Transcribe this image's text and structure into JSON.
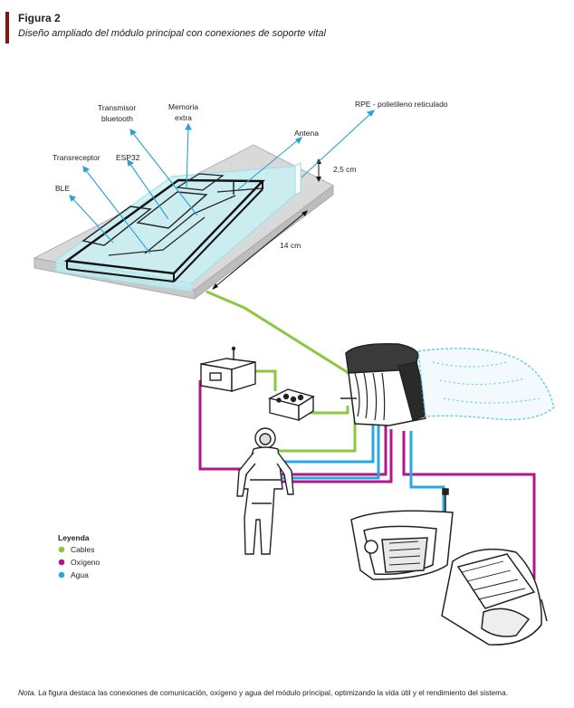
{
  "figure": {
    "number": "Figura 2",
    "caption": "Diseño ampliado del módulo principal con conexiones de soporte vital"
  },
  "labels": {
    "transmisor_line1": "Transmisor",
    "transmisor_line2": "bluetooth",
    "memoria_line1": "Memoria",
    "memoria_line2": "extra",
    "rpe": "RPE - polietileno reticulado",
    "antena": "Antena",
    "transreceptor": "Transreceptor",
    "esp32": "ESP32",
    "ble": "BLE",
    "height_dim": "2,5 cm",
    "length_dim": "14 cm"
  },
  "legend": {
    "title": "Leyenda",
    "items": [
      {
        "label": "Cables",
        "color": "#8dc63f"
      },
      {
        "label": "Oxígeno",
        "color": "#b5158a"
      },
      {
        "label": "Agua",
        "color": "#29a8e0"
      }
    ]
  },
  "colors": {
    "cables": "#8dc63f",
    "oxigeno": "#b5158a",
    "agua": "#29a8e0",
    "callout": "#2e9fd6",
    "accent_bar": "#7a1a12"
  },
  "note": {
    "prefix": "Nota.",
    "text": " La figura destaca las conexiones de comunicación, oxígeno y agua del módulo principal, optimizando la vida útil y el rendimiento del sistema."
  }
}
